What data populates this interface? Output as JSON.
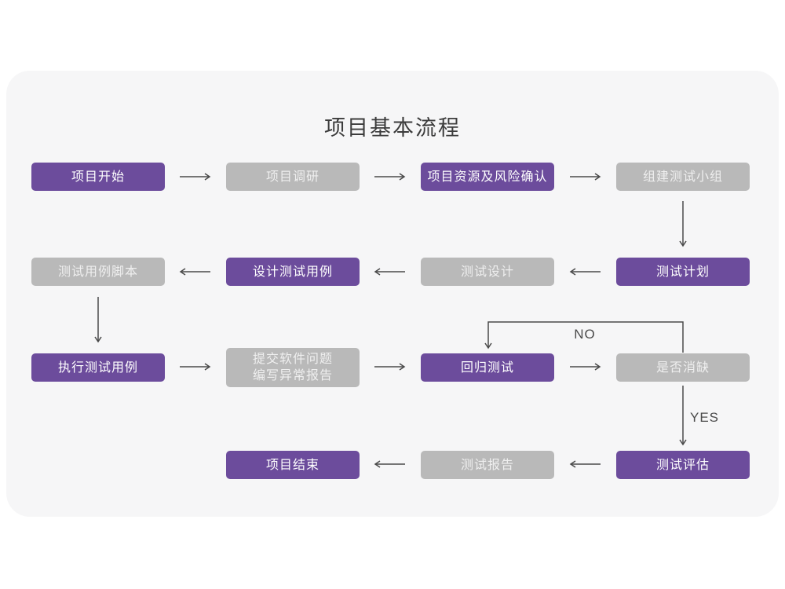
{
  "title": "项目基本流程",
  "colors": {
    "purple": "#6c4c9c",
    "purple_text": "#ffffff",
    "gray": "#b9b9b9",
    "gray_text": "#efefef",
    "card_bg": "#f6f6f7",
    "arrow": "#4a4a4a",
    "title_text": "#3c3c3c"
  },
  "nodes": [
    {
      "label": "项目开始",
      "variant": "purple"
    },
    {
      "label": "项目调研",
      "variant": "gray"
    },
    {
      "label": "项目资源及风险确认",
      "variant": "purple"
    },
    {
      "label": "组建测试小组",
      "variant": "gray"
    },
    {
      "label": "测试计划",
      "variant": "purple"
    },
    {
      "label": "测试设计",
      "variant": "gray"
    },
    {
      "label": "设计测试用例",
      "variant": "purple"
    },
    {
      "label": "测试用例脚本",
      "variant": "gray"
    },
    {
      "label": "执行测试用例",
      "variant": "purple"
    },
    {
      "label": "提交软件问题",
      "label2": "编写异常报告",
      "variant": "gray"
    },
    {
      "label": "回归测试",
      "variant": "purple"
    },
    {
      "label": "是否消缺",
      "variant": "gray"
    },
    {
      "label": "测试评估",
      "variant": "purple"
    },
    {
      "label": "测试报告",
      "variant": "gray"
    },
    {
      "label": "项目结束",
      "variant": "purple"
    }
  ],
  "edge_labels": {
    "no": "NO",
    "yes": "YES"
  }
}
